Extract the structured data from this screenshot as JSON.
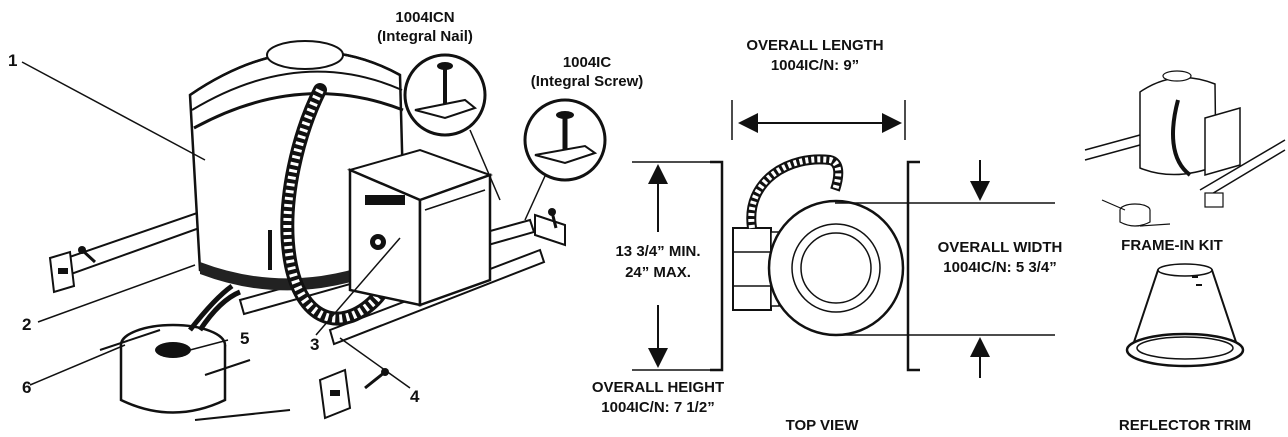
{
  "callouts": [
    "1",
    "2",
    "3",
    "4",
    "5",
    "6"
  ],
  "models": {
    "nail_code": "1004ICN",
    "nail_desc": "(Integral Nail)",
    "screw_code": "1004IC",
    "screw_desc": "(Integral Screw)"
  },
  "dimensions": {
    "length_title": "OVERALL LENGTH",
    "length_value": "1004IC/N: 9”",
    "height_range_min": "13 3/4” MIN.",
    "height_range_max": "24” MAX.",
    "width_title": "OVERALL WIDTH",
    "width_value": "1004IC/N: 5 3/4”",
    "height_title": "OVERALL HEIGHT",
    "height_value": "1004IC/N: 7 1/2”"
  },
  "captions": {
    "top_view": "TOP VIEW",
    "frame_in_kit": "FRAME-IN KIT",
    "reflector_trim": "REFLECTOR TRIM"
  }
}
